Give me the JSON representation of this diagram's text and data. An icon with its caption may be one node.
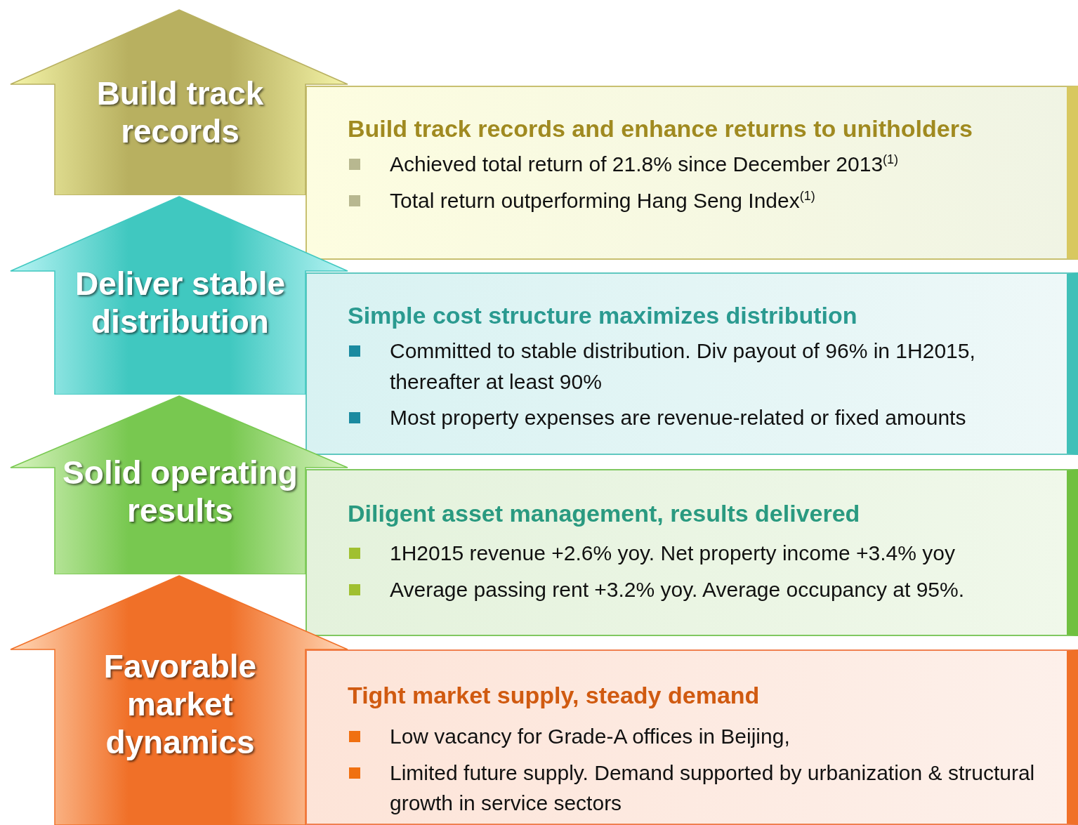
{
  "diagram": {
    "nodes": [
      {
        "text": [
          "Build track records"
        ]
      },
      {
        "text": [
          "Build track records and enhance returns to unitholders",
          "Achieved total return of 21.8% since December 2013$^{(1)}$",
          "Total return outperforming Hang Seng Index$^{(1)}$"
        ]
      },
      {
        "text": [
          "Deliver stable distribution"
        ]
      },
      {
        "text": [
          "Simple cost structure maximizes distribution",
          "Committed to stable distribution. Div payout of 96% in 1H2015, thereafter at least 90%",
          "Most property expenses are revenue-related or fixed amounts"
        ]
      },
      {
        "text": [
          "Solid operating results"
        ]
      },
      {
        "text": [
          "Diligent asset management, results delivered",
          "1H2015 revenue +2.6% yoy. Net property income +3.4% yoy",
          "Average passing rent +3.2% yoy.  Average occupancy at 95%."
        ]
      },
      {
        "text": [
          "Favorable market dynamics"
        ]
      },
      {
        "text": [
          "Tight market supply, steady demand",
          "Low vacancy for Grade-A offices in Beijing,",
          "Limited future supply. Demand supported by urbanization & structural growth in service sectors"
        ]
      }
    ],
    "edges": []
  }
}
